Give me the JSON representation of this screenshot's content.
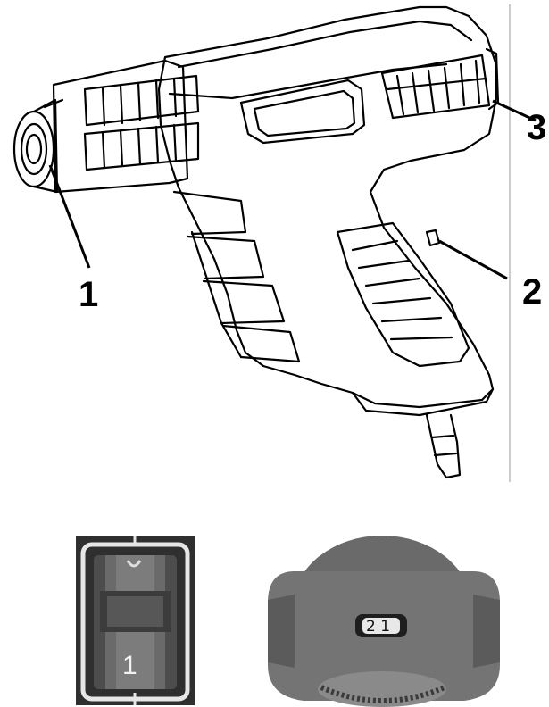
{
  "callouts": [
    {
      "id": "nozzle",
      "label": "1"
    },
    {
      "id": "trigger-switch",
      "label": "2"
    },
    {
      "id": "rear-control",
      "label": "3"
    }
  ],
  "detail_left": {
    "number": "1"
  },
  "detail_right": {
    "dial_text": "2 1"
  },
  "colors": {
    "line": "#000000",
    "photo_dark": "#3a3a3a",
    "photo_mid": "#6e6e6e",
    "photo_light": "#bdbdbd"
  }
}
